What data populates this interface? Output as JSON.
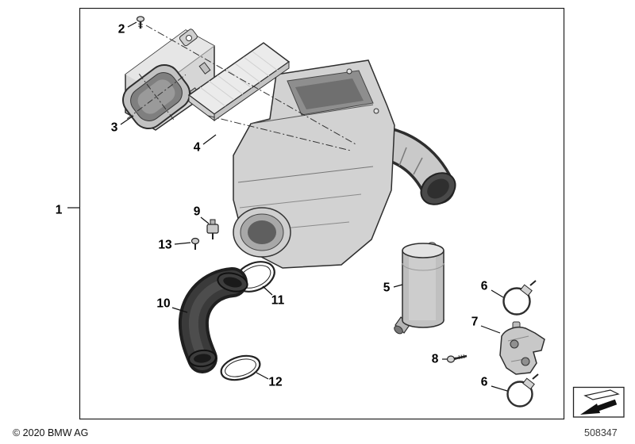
{
  "footer": {
    "copyright": "© 2020 BMW AG",
    "part_number": "508347"
  },
  "callouts": [
    {
      "label": "1"
    },
    {
      "label": "2"
    },
    {
      "label": "3"
    },
    {
      "label": "4"
    },
    {
      "label": "5"
    },
    {
      "label": "6"
    },
    {
      "label": "6"
    },
    {
      "label": "7"
    },
    {
      "label": "8"
    },
    {
      "label": "9"
    },
    {
      "label": "10"
    },
    {
      "label": "11"
    },
    {
      "label": "12"
    },
    {
      "label": "13"
    }
  ],
  "colors": {
    "line": "#222222",
    "part_light": "#e6e6e6",
    "part_mid": "#cfcfcf",
    "part_dark": "#8e8e8e",
    "rubber_dark": "#2a2a2a",
    "background": "#ffffff"
  }
}
